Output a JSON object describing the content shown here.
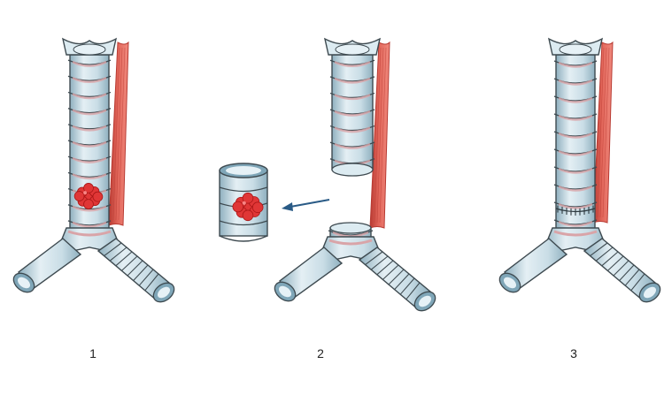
{
  "steps": [
    {
      "label": "1"
    },
    {
      "label": "2"
    },
    {
      "label": "3"
    }
  ],
  "colors": {
    "airway_fill": "#c9dde6",
    "airway_dark": "#8fb0bf",
    "airway_outline": "#3e4a50",
    "lumen": "#7fa6b8",
    "lumen_inner": "#e6f1f6",
    "muscle": "#e2665a",
    "muscle_dark": "#b83a32",
    "tumor": "#e03636",
    "tumor_dark": "#a81616",
    "arrow": "#2a5b86",
    "band_pink": "#d9a4a8",
    "stitch": "#2e3a40"
  },
  "icons": {
    "tumor": "tumor-mass-icon",
    "arrow": "resection-arrow-icon"
  }
}
